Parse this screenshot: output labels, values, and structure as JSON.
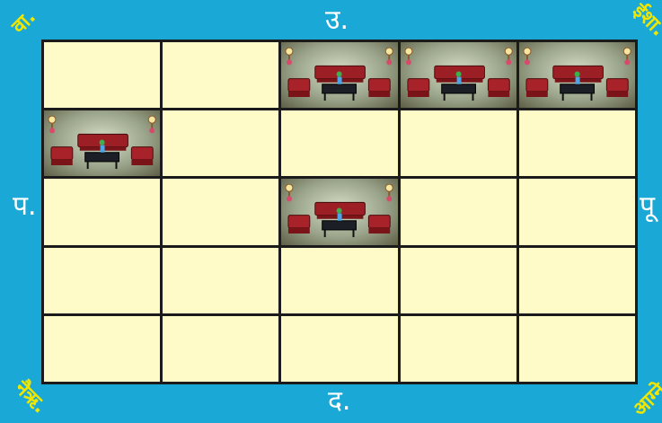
{
  "directions": {
    "north": "उ.",
    "south": "द.",
    "west": "प.",
    "east": "पू"
  },
  "corners": {
    "nw": "वा.",
    "ne": "ईशा.",
    "sw": "नैऋ.",
    "se": "आग्ने."
  },
  "board": {
    "rows": 5,
    "cols": 5,
    "living_room_cells": [
      [
        0,
        2
      ],
      [
        0,
        3
      ],
      [
        0,
        4
      ],
      [
        1,
        0
      ],
      [
        2,
        2
      ]
    ]
  },
  "colors": {
    "border": "#1aa9d6",
    "cell": "#fffbc8",
    "grid_line": "#1b1b1b",
    "corner_text": "#f1e600"
  }
}
